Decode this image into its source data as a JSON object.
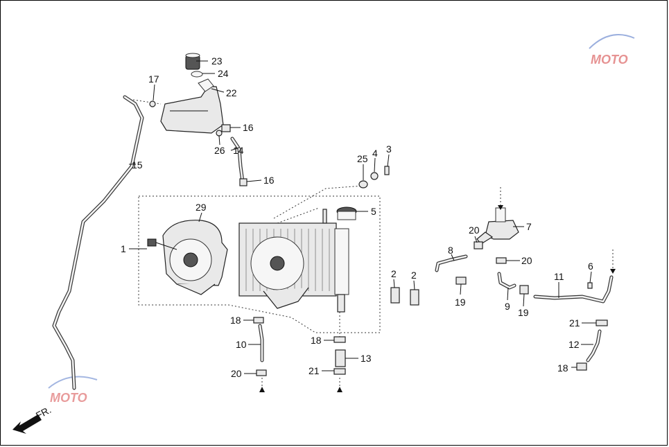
{
  "diagram": {
    "labels": {
      "l1": "1",
      "l2a": "2",
      "l2b": "2",
      "l3": "3",
      "l4": "4",
      "l5": "5",
      "l6": "6",
      "l7": "7",
      "l8": "8",
      "l9": "9",
      "l10": "10",
      "l11": "11",
      "l12": "12",
      "l13": "13",
      "l14": "14",
      "l15": "15",
      "l16a": "16",
      "l16b": "16",
      "l17": "17",
      "l18a": "18",
      "l18b": "18",
      "l18c": "18",
      "l19a": "19",
      "l19b": "19",
      "l20a": "20",
      "l20b": "20",
      "l20c": "20",
      "l21a": "21",
      "l21b": "21",
      "l22": "22",
      "l23": "23",
      "l24": "24",
      "l25": "25",
      "l26": "26",
      "l29": "29"
    },
    "front_marker": "FR.",
    "watermark_text": "MOTO",
    "colors": {
      "line": "#222222",
      "watermark_red": "#d23a3a",
      "watermark_blue": "#4a6fc4"
    }
  }
}
